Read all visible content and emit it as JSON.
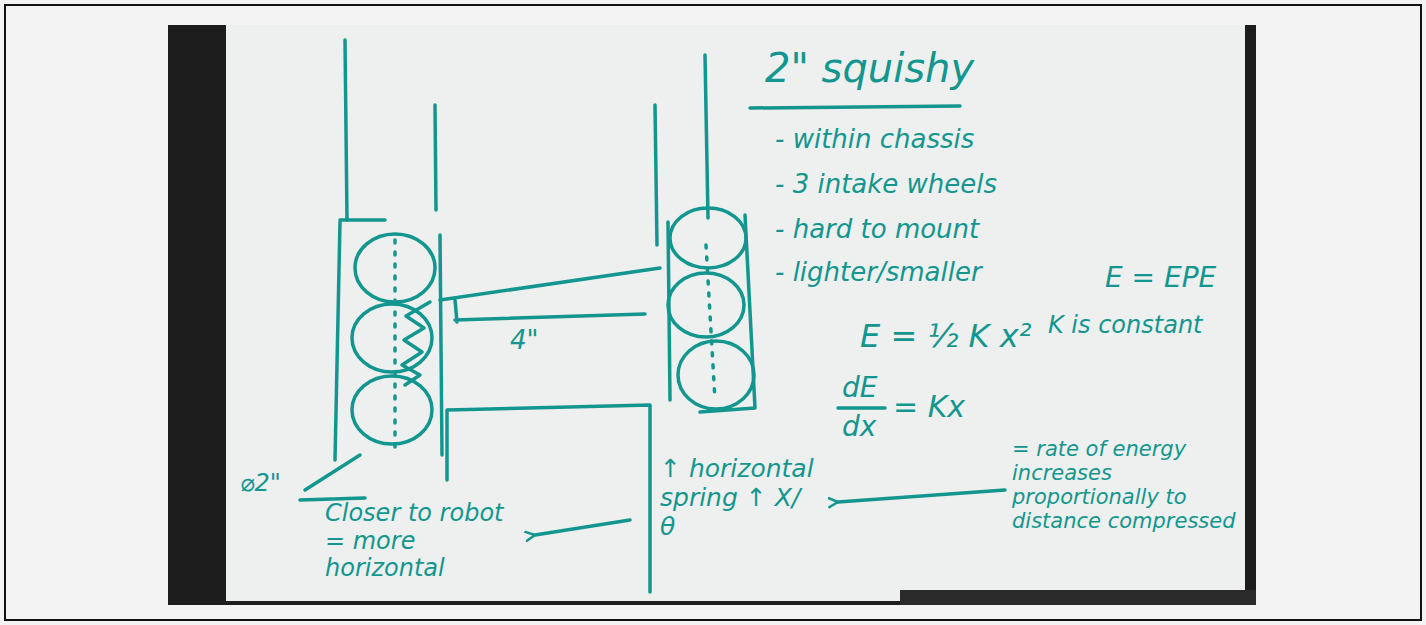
{
  "diagram": {
    "title": "2\" squishy",
    "labels": [
      "- within chassis",
      "- 3 intake wheels",
      "- hard to mount",
      "- lighter/smaller",
      "E = EPE",
      "E = ½ K x²",
      "K is constant",
      "dE",
      "dx",
      "= Kx",
      "= rate of energy increases proportionally to distance compressed",
      "↑ horizontal spring ↑ X/θ",
      "Closer to robot = more horizontal",
      "4\"",
      "⌀2\""
    ]
  }
}
